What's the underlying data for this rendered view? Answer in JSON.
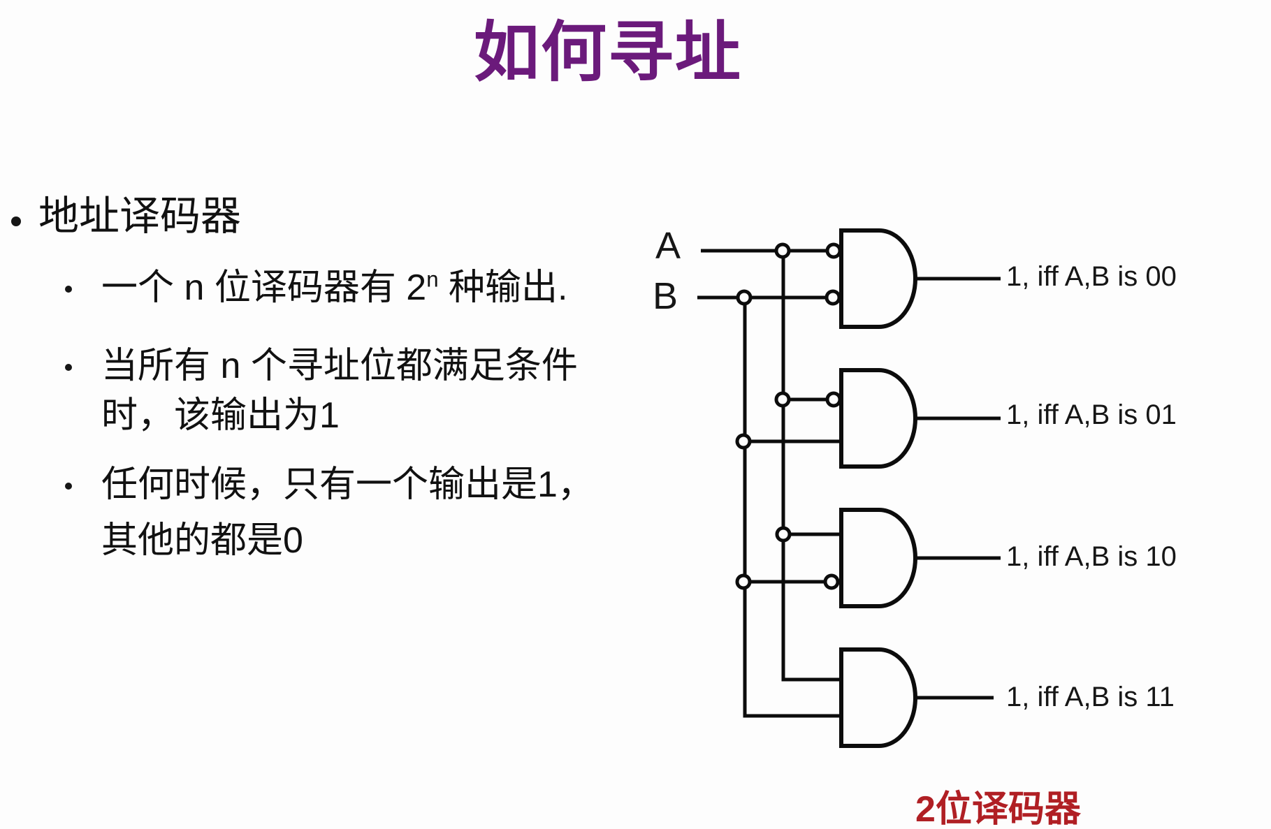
{
  "slide": {
    "title": "如何寻址",
    "title_color": "#6B1A7B",
    "text_color": "#111111",
    "bullets": {
      "level1": "地址译码器",
      "sub1_pre": "一个 n 位译码器有 2",
      "sub1_sup": "n",
      "sub1_post": " 种输出.",
      "sub2_line1": "当所有 n 个寻址位都满足条件",
      "sub2_line2": "时，该输出为1",
      "sub3_line1": "任何时候，只有一个输出是1，",
      "sub3_line2": "其他的都是0"
    }
  },
  "diagram": {
    "type": "logic-circuit",
    "caption": "2位译码器",
    "caption_color": "#B01F24",
    "input_labels": [
      "A",
      "B"
    ],
    "gates": [
      {
        "name": "and-00",
        "label": "1, iff A,B is 00",
        "inputs": [
          "A inverted (bubble)",
          "B inverted (bubble)"
        ]
      },
      {
        "name": "and-01",
        "label": "1, iff A,B is 01",
        "inputs": [
          "A inverted (bubble)",
          "B direct"
        ]
      },
      {
        "name": "and-10",
        "label": "1, iff A,B is 10",
        "inputs": [
          "A direct",
          "B inverted (bubble)"
        ]
      },
      {
        "name": "and-11",
        "label": "1, iff A,B is 11",
        "inputs": [
          "A direct",
          "B direct"
        ]
      }
    ]
  }
}
